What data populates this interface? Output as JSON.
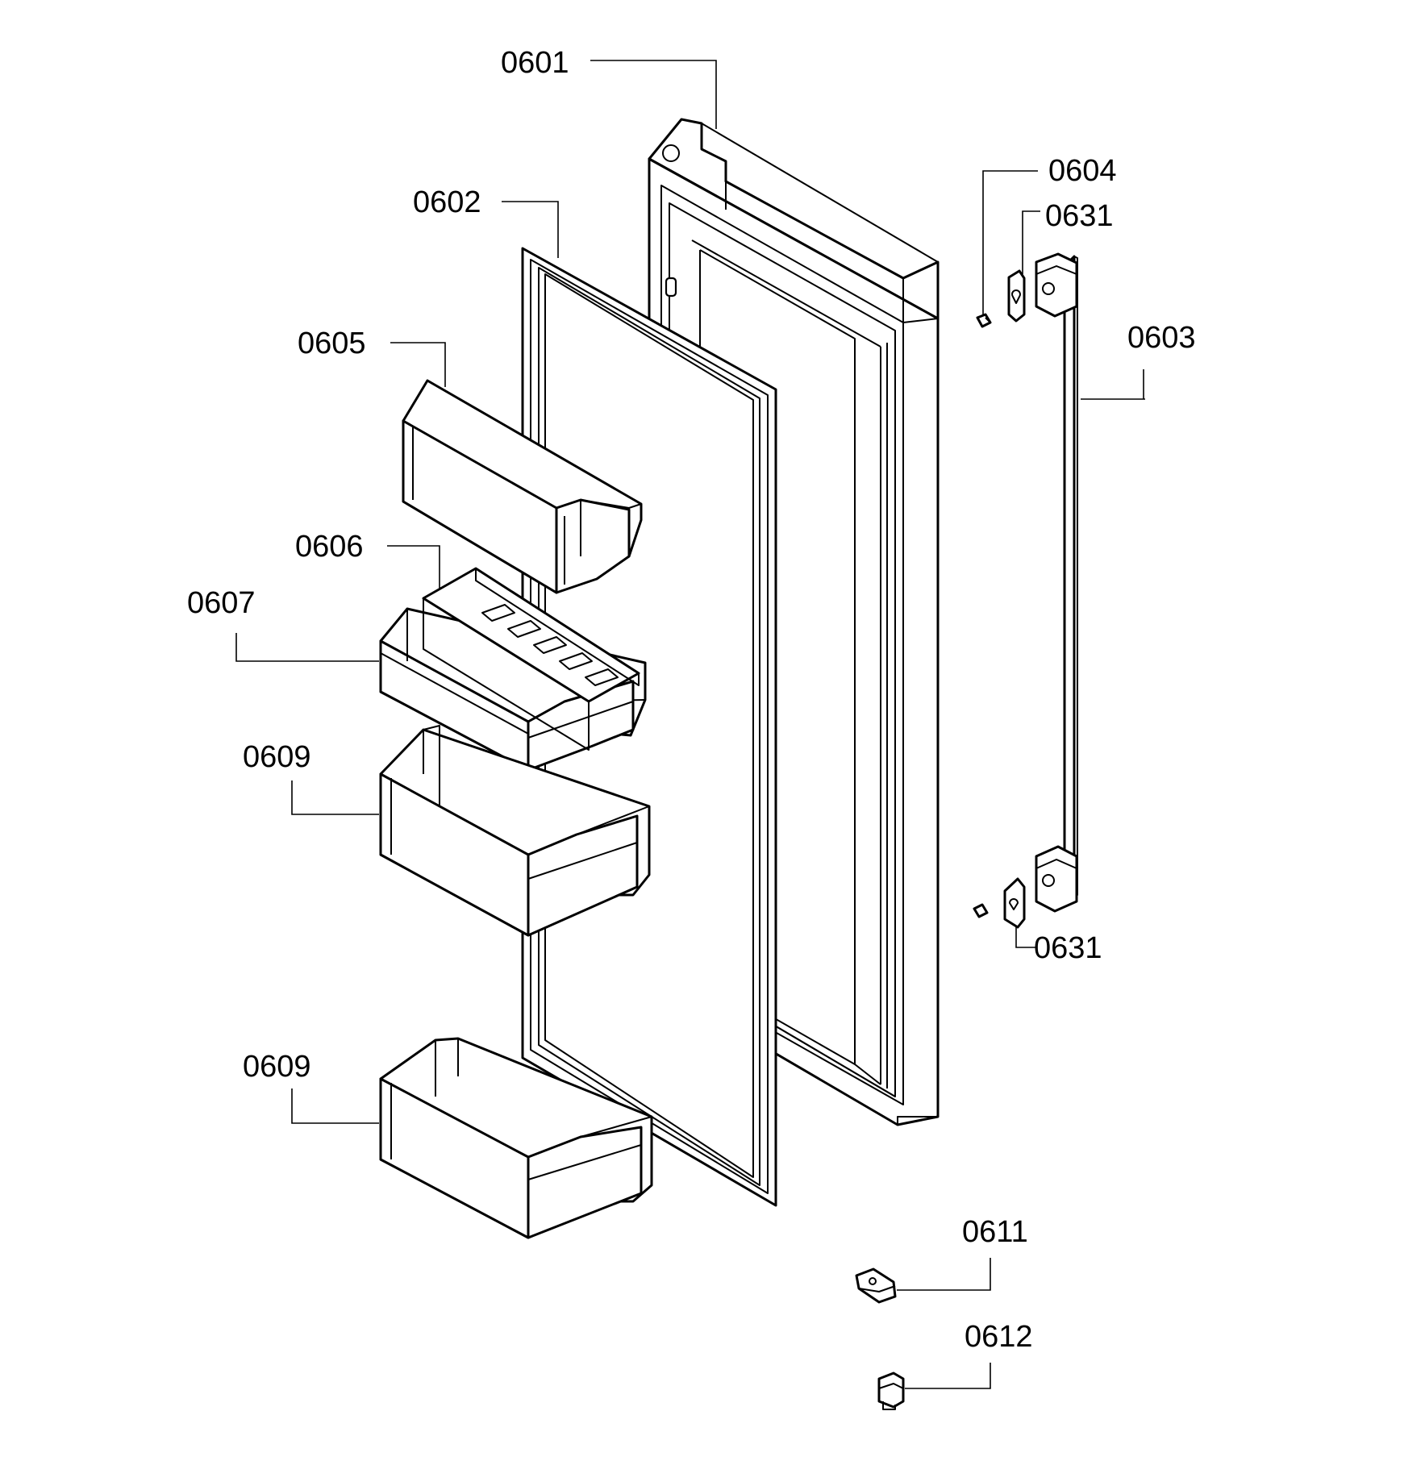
{
  "callouts": {
    "c0601": "0601",
    "c0602": "0602",
    "c0603": "0603",
    "c0604": "0604",
    "c0605": "0605",
    "c0606": "0606",
    "c0607": "0607",
    "c0609a": "0609",
    "c0609b": "0609",
    "c0611": "0611",
    "c0612": "0612",
    "c0631a": "0631",
    "c0631b": "0631"
  },
  "colors": {
    "line": "#000000",
    "background": "#ffffff"
  }
}
